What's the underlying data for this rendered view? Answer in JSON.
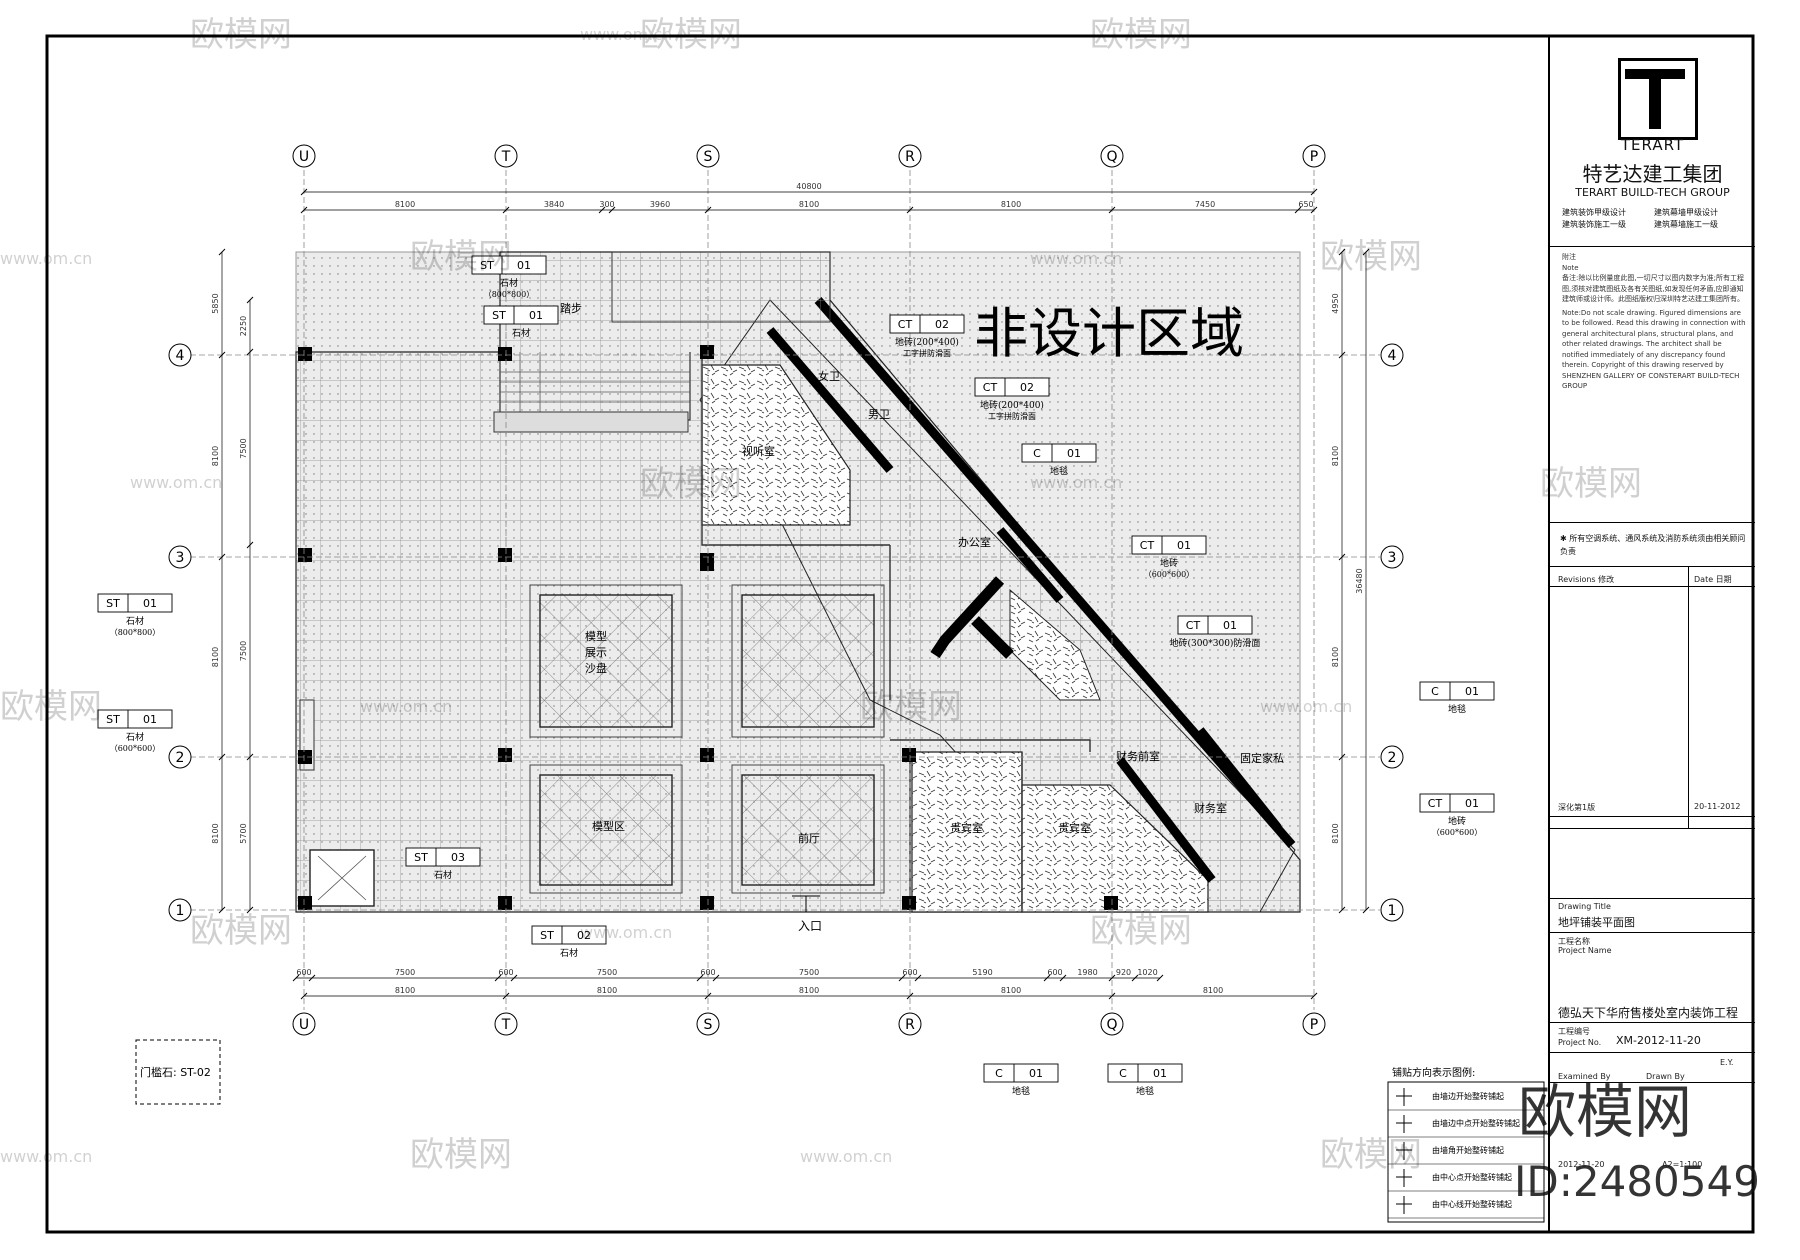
{
  "drawing": {
    "non_design_area": "非设计区域",
    "entrance": "入口",
    "threshold_note": "门槛石: ST-02",
    "overall_dim_top": "40800",
    "overall_dim_right": "36480",
    "axes_columns": [
      "U",
      "T",
      "S",
      "R",
      "Q",
      "P"
    ],
    "axes_rows": [
      "4",
      "3",
      "2",
      "1"
    ],
    "dims_top": [
      "8100",
      "3840",
      "300",
      "3960",
      "8100",
      "8100",
      "7450",
      "650"
    ],
    "dims_bottom_inner": [
      "600",
      "7500",
      "600",
      "7500",
      "600",
      "7500",
      "600",
      "5190",
      "600",
      "1980",
      "920",
      "1020"
    ],
    "dims_bottom_outer": [
      "8100",
      "8100",
      "8100",
      "8100",
      "8100"
    ],
    "dims_left_outer": [
      "5850",
      "8100",
      "8100",
      "8100"
    ],
    "dims_left_inner": [
      "2250",
      "7500",
      "7500",
      "5700"
    ],
    "dims_right": [
      "4950",
      "8100",
      "8100",
      "8100"
    ],
    "rooms": {
      "women": "女卫",
      "men": "男卫",
      "viewing": "视听室",
      "office": "办公室",
      "finance_room": "财务前室",
      "finance": "财务室",
      "vip1": "贵宾室",
      "vip2": "贵宾室",
      "model_sand": "模型展示沙盘",
      "model_area": "模型区",
      "hall": "前厅",
      "stair": "踏步",
      "fixed_furniture": "固定家私"
    },
    "tags": [
      {
        "code": "ST",
        "num": "01",
        "desc": "石材",
        "sub": "（800*800）"
      },
      {
        "code": "ST",
        "num": "01",
        "desc": "石材",
        "sub": ""
      },
      {
        "code": "CT",
        "num": "02",
        "desc": "地砖(200*400)",
        "sub": "工字拼防滑面"
      },
      {
        "code": "CT",
        "num": "02",
        "desc": "地砖(200*400)",
        "sub": "工字拼防滑面"
      },
      {
        "code": "C",
        "num": "01",
        "desc": "地毯",
        "sub": ""
      },
      {
        "code": "CT",
        "num": "01",
        "desc": "地砖",
        "sub": "（600*600）"
      },
      {
        "code": "ST",
        "num": "01",
        "desc": "石材",
        "sub": "（800*800）"
      },
      {
        "code": "CT",
        "num": "01",
        "desc": "地砖(300*300)防滑面",
        "sub": ""
      },
      {
        "code": "C",
        "num": "01",
        "desc": "地毯",
        "sub": ""
      },
      {
        "code": "ST",
        "num": "01",
        "desc": "石材",
        "sub": "（600*600）"
      },
      {
        "code": "CT",
        "num": "01",
        "desc": "地砖",
        "sub": "（600*600）"
      },
      {
        "code": "ST",
        "num": "03",
        "desc": "石材",
        "sub": ""
      },
      {
        "code": "ST",
        "num": "02",
        "desc": "石材",
        "sub": ""
      },
      {
        "code": "C",
        "num": "01",
        "desc": "地毯",
        "sub": ""
      },
      {
        "code": "C",
        "num": "01",
        "desc": "地毯",
        "sub": ""
      }
    ],
    "legend_title": "铺贴方向表示图例:",
    "legend_items": [
      "由墙边开始整砖铺起",
      "由墙边中点开始整砖铺起",
      "由墙角开始整砖铺起",
      "由中心点开始整砖铺起",
      "由中心线开始整砖铺起"
    ]
  },
  "title_block": {
    "brand": "TERART",
    "company_cn": "特艺达建工集团",
    "company_en": "TERART BUILD-TECH GROUP",
    "qualifications": [
      "建筑装饰甲级设计",
      "建筑幕墙甲级设计",
      "建筑装饰施工一级",
      "建筑幕墙施工一级"
    ],
    "note_label": "附注",
    "note_sub": "Note",
    "note_cn": "备注:除以比例量度此图,一切尺寸以图内数字为准;所有工程图,须核对建筑图纸及各有关图纸,如发现任何矛盾,应即通知建筑师或设计师。此图纸版权归深圳特艺达建工集团所有。",
    "note_en": "Note:Do not scale drawing. Figured dimensions are to be followed. Read this drawing in connection with general architectural plans, structural plans, and other related drawings. The architect shall be notified immediately of any discrepancy found therein. Copyright of this drawing reserved by SHENZHEN GALLERY OF CONSTERART BUILD-TECH GROUP",
    "star_note": "所有空调系统、通风系统及消防系统须由相关顾问负责",
    "revisions_label": "Revisions 修改",
    "date_label": "Date 日期",
    "revision_entry": "深化第1版",
    "revision_date": "20-11-2012",
    "drawing_title_label": "Drawing Title",
    "drawing_title": "地坪铺装平面图",
    "project_label": "工程名称",
    "project_sub": "Project Name",
    "project_name": "德弘天下华府售楼处室内装饰工程",
    "project_no_label": "工程编号",
    "project_no_sub": "Project No.",
    "project_no": "XM-2012-11-20",
    "date_value": "2012-11-20",
    "scale_value": "A2=1:100",
    "examined_label": "Examined By",
    "drawn_label": "Drawn By",
    "drawn_value": "E.Y."
  },
  "watermarks": {
    "brand": "欧模网",
    "site": "www.om.cn",
    "id_label": "ID:2480549"
  }
}
